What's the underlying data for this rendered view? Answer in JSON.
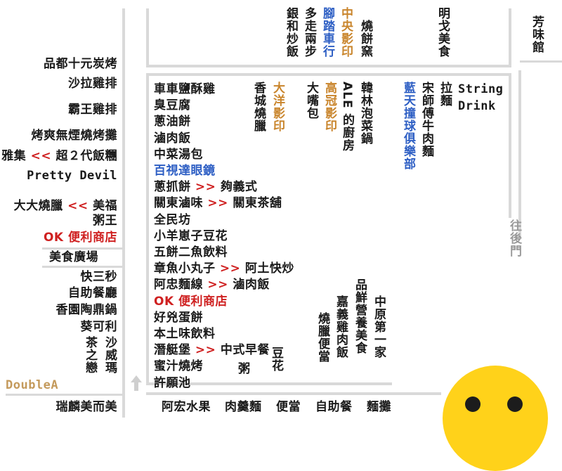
{
  "colors": {
    "wall": "#d9d9d9",
    "blue_shop": "#2e5fc4",
    "gold_shop": "#c9852c",
    "red_shop": "#cf2020",
    "smiley": "#ffd21a"
  },
  "arrow": ">>",
  "arrow_left": "<<",
  "top_row": {
    "yinhe": "銀和炒飯",
    "duozou": "多走兩步",
    "jiaota": "腳踏車行",
    "zhongyang": "中央影印",
    "shaobing": "燒餅窯",
    "mingge": "明戈美食",
    "fangwei": "芳味館"
  },
  "left_column": {
    "pindu": "品都十元炭烤",
    "shala": "沙拉雞排",
    "bawang": "霸王雞排",
    "kaoshuang": "烤爽無煙燒烤攤",
    "yaji": "雅集",
    "chao2dai": "超２代飯糰",
    "pretty_devil": "Pretty Devil",
    "dada": "大大燒臘",
    "meifu": "美福",
    "zhouwang": "粥王",
    "ok_left": "OK 便利商店",
    "meishi_guangchang": "美食廣場",
    "kuaisanmiao": "快三秒",
    "zizhu": "自助餐廳",
    "xiangyuan": "香園陶鼎鍋",
    "kuikeli": "葵可利",
    "cha_zhi_lian": "茶之戀",
    "shawei_ma": "沙威瑪",
    "double_a": "DoubleA",
    "ruilin": "瑞麟美而美"
  },
  "center_list": {
    "items": [
      {
        "text": "車車鹽酥雞"
      },
      {
        "text": "臭豆腐"
      },
      {
        "text": "蔥油餅"
      },
      {
        "text": "滷肉飯"
      },
      {
        "text": "中菜湯包"
      },
      {
        "text": "百視達眼鏡"
      },
      {
        "from": "蔥抓餅",
        "to": "夠義式"
      },
      {
        "from": "關東滷味",
        "to": "關東茶舖"
      },
      {
        "text": "全民坊"
      },
      {
        "text": "小羊崽子豆花"
      },
      {
        "text": "五餅二魚飲料"
      },
      {
        "from": "章魚小丸子",
        "to": "阿土快炒"
      },
      {
        "from": "阿忠麵線",
        "to": "滷肉飯"
      },
      {
        "text": "OK 便利商店"
      },
      {
        "text": "好兇蛋餅"
      },
      {
        "text": "本土味飲料"
      },
      {
        "from": "潛艇堡",
        "to": "中式早餐"
      },
      {
        "text": "蜜汁燒烤"
      },
      {
        "text": "許願池"
      }
    ]
  },
  "center_vertical": {
    "xiangcheng": "香城燒臘",
    "dayang": "大洋影印",
    "dazui": "大嘴包",
    "gaoguan": "高冠影印",
    "ale": "ALE 的廚房",
    "hanlin": "韓林泡菜鍋",
    "lantian": "藍天撞球俱樂部",
    "songshi": "宋師傅牛肉麵",
    "lamian": "拉麵",
    "string_drink_1": "String",
    "string_drink_2": "Drink"
  },
  "lower_vertical": {
    "zhou": "粥",
    "douhua": "豆花",
    "shaola_biandang": "燒臘便當",
    "jiayi": "嘉義雞肉飯",
    "pinxian": "品鮮營養美食",
    "zhongyuan": "中原第一家"
  },
  "back_gate": "往後門",
  "bottom_row": {
    "items": [
      "阿宏水果",
      "肉羹麵",
      "便當",
      "自助餐",
      "麵攤"
    ]
  }
}
